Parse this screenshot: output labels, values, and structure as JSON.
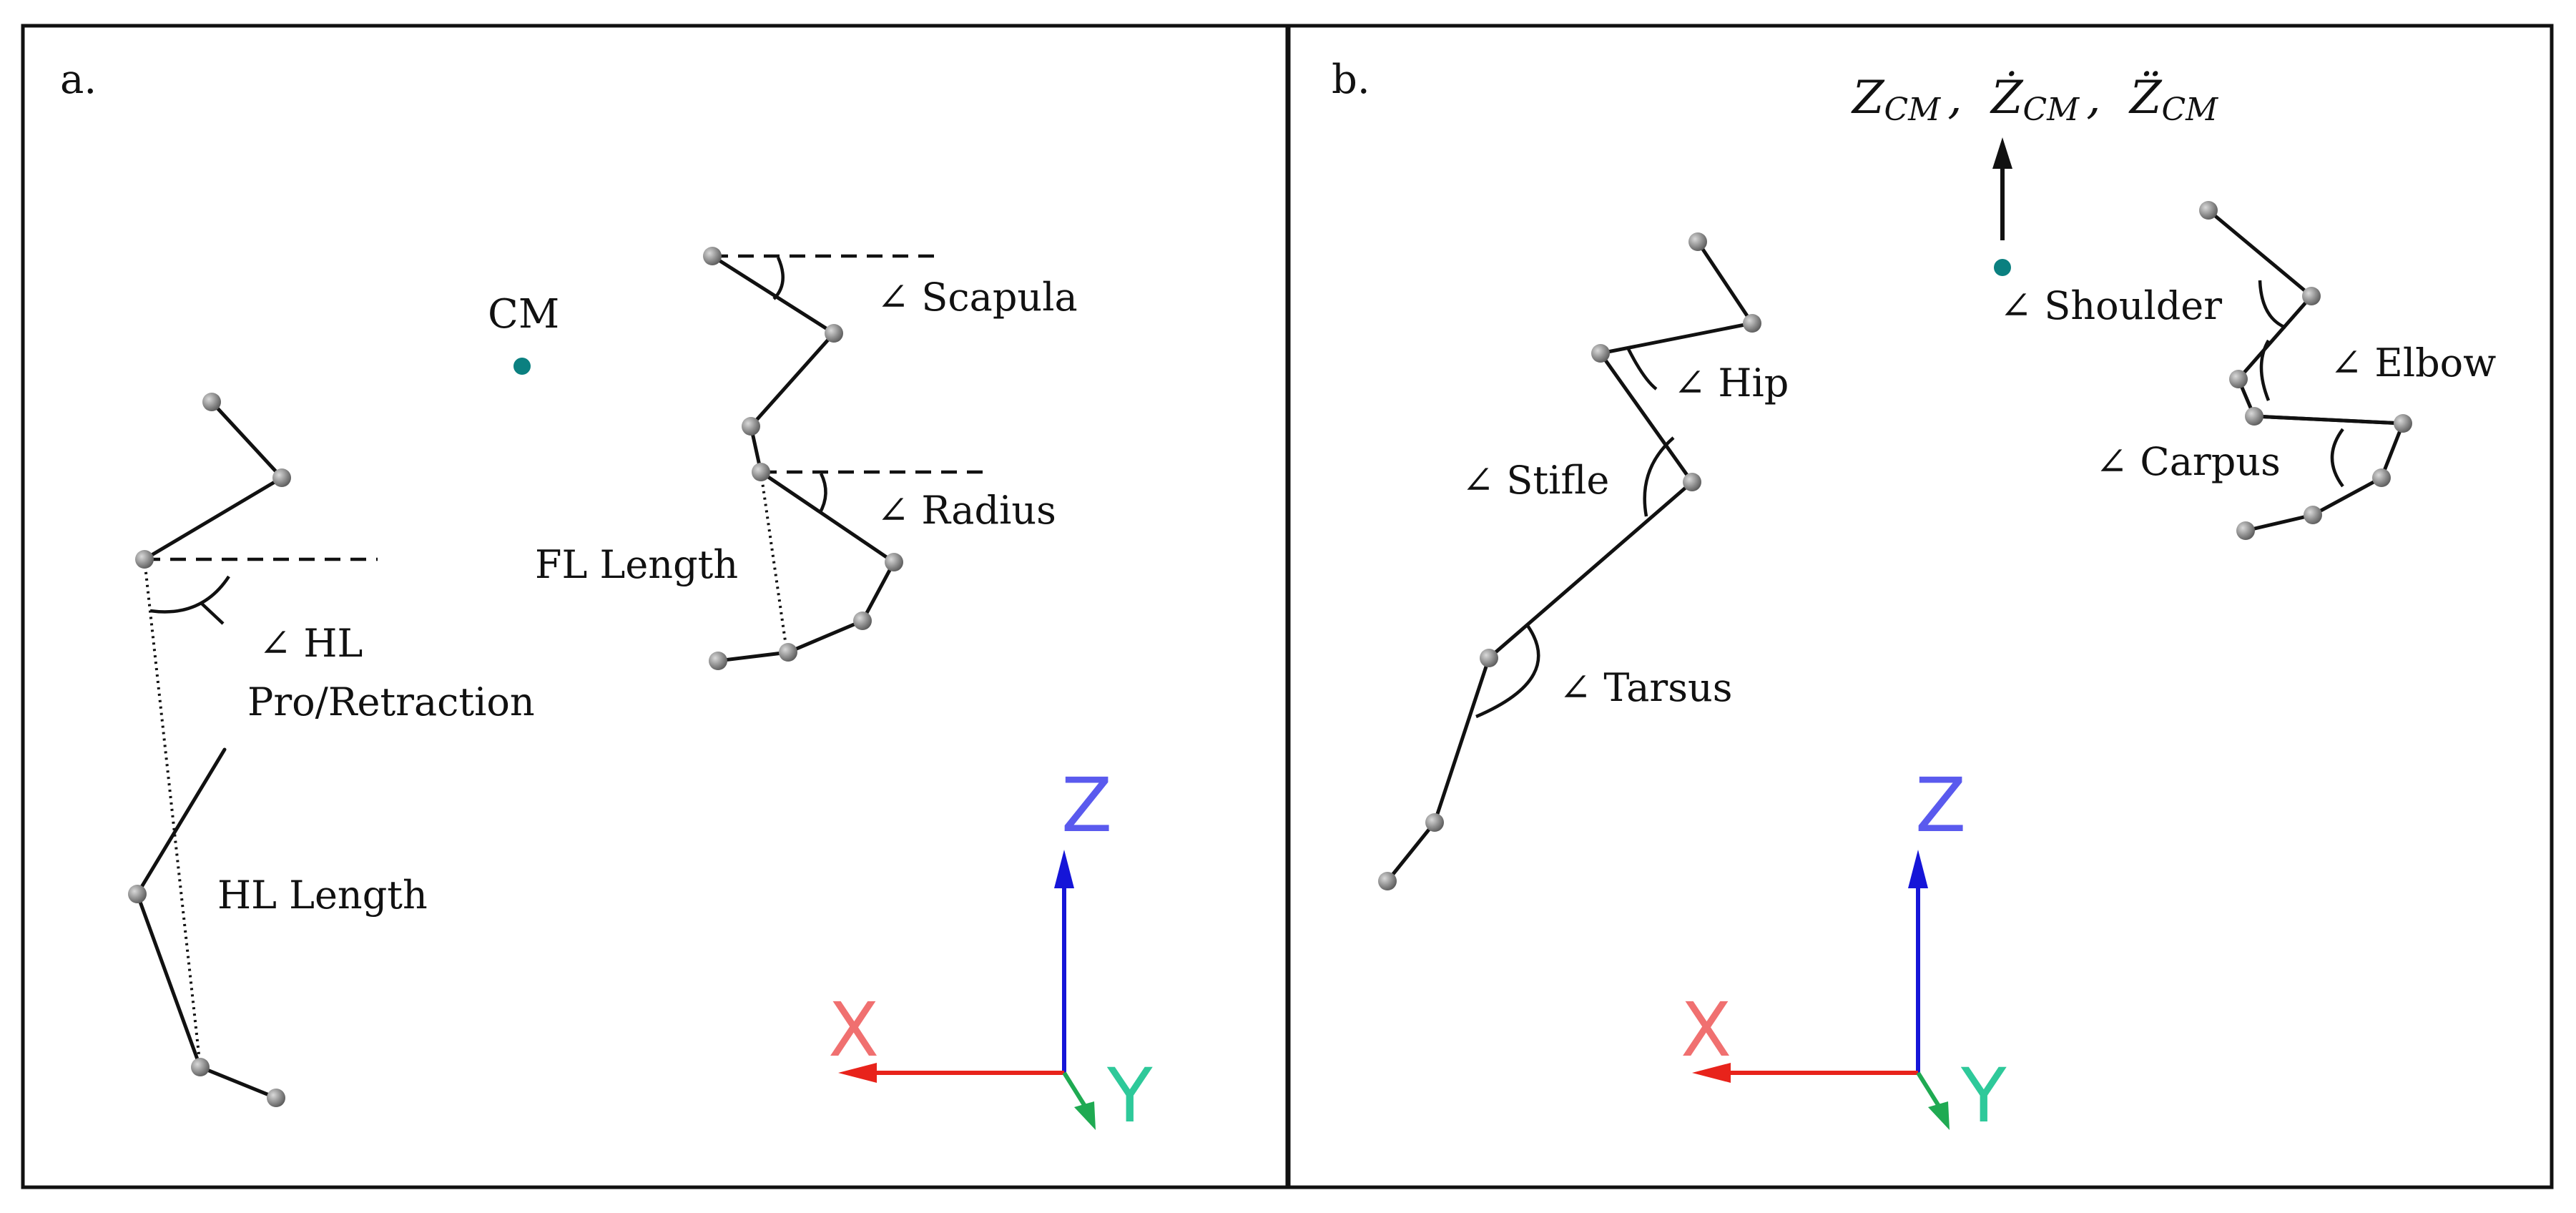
{
  "colors": {
    "joint": "#8c8c8c",
    "cm": "#0b8080",
    "axis_x": "#e8231b",
    "axis_y": "#1faa52",
    "axis_z": "#1515d8",
    "axis_x_label": "#f07070",
    "axis_y_label": "#2ec99a",
    "axis_z_label": "#5a5aee"
  },
  "panels": {
    "a": {
      "label": "a.",
      "cm": "CM",
      "scapula": "∠ Scapula",
      "radius": "∠ Radius",
      "fl_length": "FL Length",
      "hl_angle_1": "∠ HL",
      "hl_angle_2": "Pro/Retraction",
      "hl_length": "HL Length"
    },
    "b": {
      "label": "b.",
      "z_cm": "Z",
      "z_cm_dot": "Ż",
      "z_cm_ddot": "Z̈",
      "z_sub": "CM",
      "separator": ",",
      "shoulder": "∠ Shoulder",
      "elbow": "∠ Elbow",
      "carpus": "∠ Carpus",
      "hip": "∠ Hip",
      "stifle": "∠ Stifle",
      "tarsus": "∠ Tarsus"
    }
  },
  "axes": {
    "x": "X",
    "y": "Y",
    "z": "Z"
  },
  "icons": {
    "joint": "joint-marker-icon",
    "cm": "center-of-mass-icon",
    "arrow": "arrow-up-icon"
  }
}
